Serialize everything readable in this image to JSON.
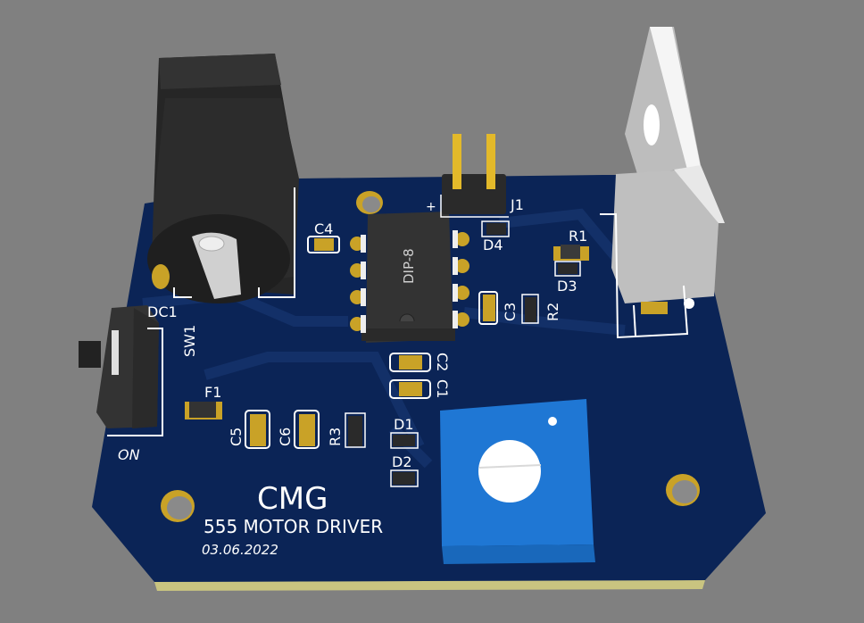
{
  "scene": {
    "background": "#808080",
    "board_color": "#0b2456",
    "board_edge_color": "#c9c480",
    "silkscreen_color": "#ffffff",
    "pad_color": "#c9a227"
  },
  "board": {
    "brand": "CMG",
    "title": "555 MOTOR DRIVER",
    "date": "03.06.2022"
  },
  "components": {
    "ic": {
      "ref": "DIP-8"
    },
    "header": {
      "ref": "J1",
      "polarity": "+"
    },
    "dc_jack": {
      "ref": "DC1"
    },
    "switch": {
      "ref": "SW1",
      "state_label": "ON"
    },
    "fuse": {
      "ref": "F1"
    },
    "capacitors": [
      "C1",
      "C2",
      "C3",
      "C4",
      "C5",
      "C6"
    ],
    "resistors": [
      "R1",
      "R2",
      "R3"
    ],
    "diodes": [
      "D1",
      "D2",
      "D3",
      "D4"
    ]
  },
  "labels": {
    "c1": "C1",
    "c2": "C2",
    "c3": "C3",
    "c4": "C4",
    "c5": "C5",
    "c6": "C6",
    "r1": "R1",
    "r2": "R2",
    "r3": "R3",
    "d1": "D1",
    "d2": "D2",
    "d3": "D3",
    "d4": "D4",
    "f1": "F1",
    "j1": "J1",
    "plus": "+",
    "dc1": "DC1",
    "sw1": "SW1",
    "on": "ON",
    "dip8": "DIP-8"
  }
}
